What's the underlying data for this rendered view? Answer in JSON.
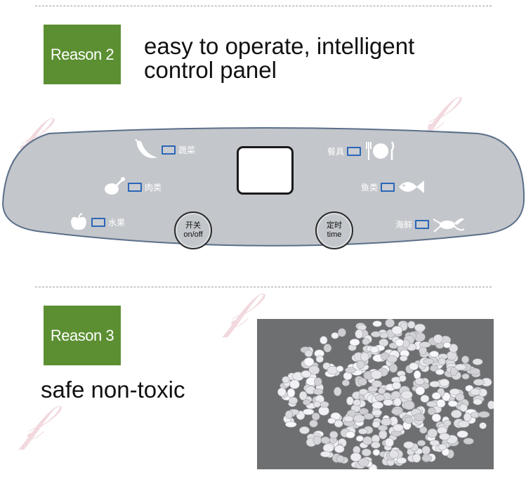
{
  "section2": {
    "badge": "Reason 2",
    "headline_line1": "easy to operate, intelligent",
    "headline_line2": "control panel"
  },
  "panel": {
    "left_items": [
      {
        "label": "蔬菜",
        "icon": "chili-pepper-icon"
      },
      {
        "label": "肉类",
        "icon": "drumstick-icon"
      },
      {
        "label": "水果",
        "icon": "apple-icon"
      }
    ],
    "right_items": [
      {
        "label": "餐具",
        "icon": "tableware-icon"
      },
      {
        "label": "鱼类",
        "icon": "fish-icon"
      },
      {
        "label": "海鲜",
        "icon": "lobster-icon"
      }
    ],
    "power_button": {
      "cn": "开关",
      "en": "on/off"
    },
    "timer_button": {
      "cn": "定时",
      "en": "time"
    },
    "colors": {
      "panel": "#c3c6ca",
      "led": "#2b66b8",
      "border": "#5b6f8a"
    }
  },
  "section3": {
    "badge": "Reason 3",
    "headline": "safe non-toxic"
  },
  "colors": {
    "badge": "#5b8f32"
  }
}
